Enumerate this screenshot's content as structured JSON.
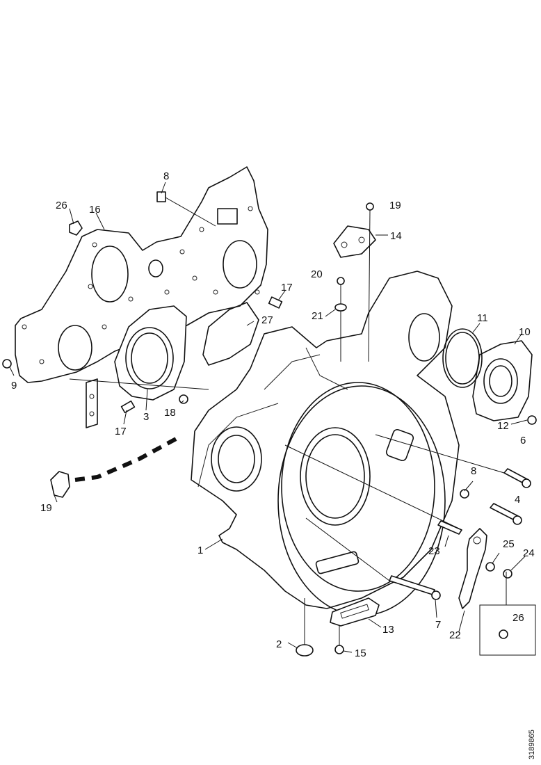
{
  "document_number": "3189865",
  "callouts": [
    {
      "id": "c-8a",
      "text": "8"
    },
    {
      "id": "c-26a",
      "text": "26"
    },
    {
      "id": "c-16",
      "text": "16"
    },
    {
      "id": "c-19a",
      "text": "19"
    },
    {
      "id": "c-14",
      "text": "14"
    },
    {
      "id": "c-20",
      "text": "20"
    },
    {
      "id": "c-17a",
      "text": "17"
    },
    {
      "id": "c-21",
      "text": "21"
    },
    {
      "id": "c-27",
      "text": "27"
    },
    {
      "id": "c-11",
      "text": "11"
    },
    {
      "id": "c-10",
      "text": "10"
    },
    {
      "id": "c-9",
      "text": "9"
    },
    {
      "id": "c-3",
      "text": "3"
    },
    {
      "id": "c-18",
      "text": "18"
    },
    {
      "id": "c-17b",
      "text": "17"
    },
    {
      "id": "c-12",
      "text": "12"
    },
    {
      "id": "c-6",
      "text": "6"
    },
    {
      "id": "c-19b",
      "text": "19"
    },
    {
      "id": "c-8b",
      "text": "8"
    },
    {
      "id": "c-4",
      "text": "4"
    },
    {
      "id": "c-1",
      "text": "1"
    },
    {
      "id": "c-23",
      "text": "23"
    },
    {
      "id": "c-25",
      "text": "25"
    },
    {
      "id": "c-24",
      "text": "24"
    },
    {
      "id": "c-7",
      "text": "7"
    },
    {
      "id": "c-13",
      "text": "13"
    },
    {
      "id": "c-22",
      "text": "22"
    },
    {
      "id": "c-26b",
      "text": "26"
    },
    {
      "id": "c-2",
      "text": "2"
    },
    {
      "id": "c-15",
      "text": "15"
    }
  ]
}
